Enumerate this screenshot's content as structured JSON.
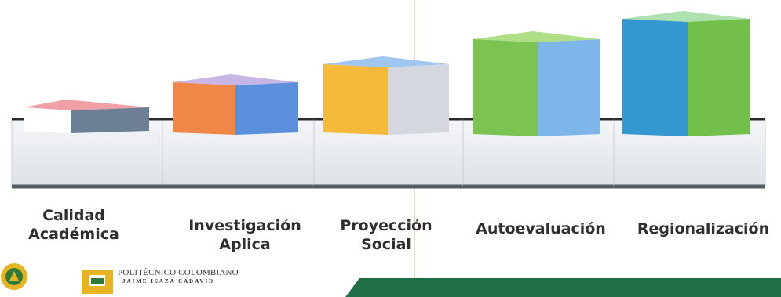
{
  "steps": [
    {
      "line1": "Calidad",
      "line2": "Académica",
      "top_color": "#f2a0a8",
      "left_color": "#ffffff",
      "right_color": "#6c7f95"
    },
    {
      "line1": "Investigación",
      "line2": "Aplica",
      "top_color": "#c8b6e6",
      "left_color": "#f08648",
      "right_color": "#5a8fdc"
    },
    {
      "line1": "Proyección",
      "line2": "Social",
      "top_color": "#9fc6f0",
      "left_color": "#f5ba3c",
      "right_color": "#d4d8de"
    },
    {
      "line1": "Autoevaluación",
      "line2": "",
      "top_color": "#aedf86",
      "left_color": "#7cc452",
      "right_color": "#7eb6ea"
    },
    {
      "line1": "Regionalización",
      "line2": "",
      "top_color": "#aee0b0",
      "left_color": "#3597d2",
      "right_color": "#72c04a"
    }
  ],
  "footer": {
    "institution_line1": "POLITÉCNICO COLOMBIANO",
    "institution_line2": "JAIME ISAZA CADAVID",
    "bar_color": "#1f6e48",
    "logo_primary_color": "#e6b422",
    "logo_secondary_color": "#2f7a3a"
  }
}
